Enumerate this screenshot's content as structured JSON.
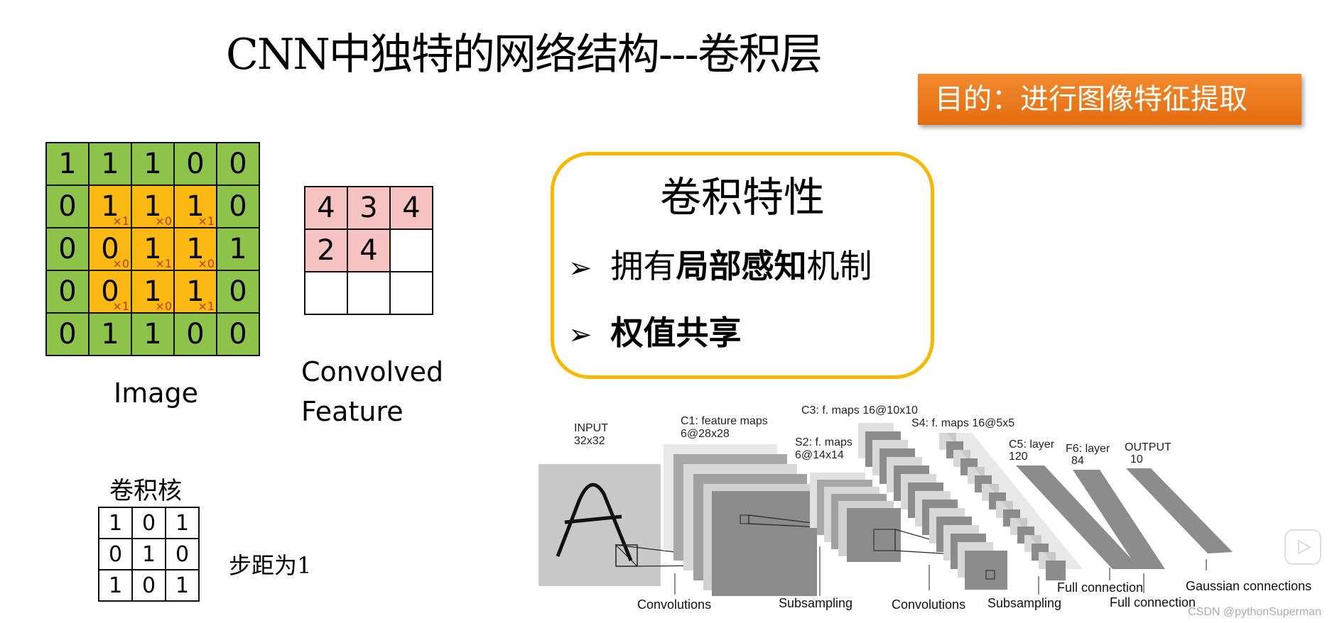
{
  "title": "CNN中独特的网络结构---卷积层",
  "purpose": "目的：进行图像特征提取",
  "image_grid": {
    "label": "Image",
    "rows": [
      [
        "1",
        "1",
        "1",
        "0",
        "0"
      ],
      [
        "0",
        "1",
        "1",
        "1",
        "0"
      ],
      [
        "0",
        "0",
        "1",
        "1",
        "1"
      ],
      [
        "0",
        "0",
        "1",
        "1",
        "0"
      ],
      [
        "0",
        "1",
        "1",
        "0",
        "0"
      ]
    ],
    "kernel_subscripts": [
      [
        "×1",
        "×0",
        "×1"
      ],
      [
        "×0",
        "×1",
        "×0"
      ],
      [
        "×1",
        "×0",
        "×1"
      ]
    ]
  },
  "convolved": {
    "label_line1": "Convolved",
    "label_line2": "Feature",
    "rows": [
      [
        "4",
        "3",
        "4"
      ],
      [
        "2",
        "4",
        ""
      ],
      [
        "",
        "",
        ""
      ]
    ]
  },
  "kernel": {
    "title": "卷积核",
    "rows": [
      [
        "1",
        "0",
        "1"
      ],
      [
        "0",
        "1",
        "0"
      ],
      [
        "1",
        "0",
        "1"
      ]
    ]
  },
  "stride": "步距为1",
  "properties": {
    "title": "卷积特性",
    "item1_pre": "拥有",
    "item1_bold": "局部感知",
    "item1_post": "机制",
    "item2_bold": "权值共享"
  },
  "lenet": {
    "input_l1": "INPUT",
    "input_l2": "32x32",
    "c1_l1": "C1: feature maps",
    "c1_l2": "6@28x28",
    "s2_l1": "S2: f. maps",
    "s2_l2": "6@14x14",
    "c3": "C3: f. maps 16@10x10",
    "s4": "S4: f. maps 16@5x5",
    "c5_l1": "C5: layer",
    "c5_l2": "120",
    "f6_l1": "F6: layer",
    "f6_l2": "84",
    "out_l1": "OUTPUT",
    "out_l2": "10",
    "bottom": [
      "Convolutions",
      "Subsampling",
      "Convolutions",
      "Subsampling",
      "Full connection",
      "Full connection",
      "Gaussian connections"
    ]
  },
  "watermark": "CSDN @pythonSuperman",
  "colors": {
    "green": "#8dc24b",
    "orange": "#fcb813",
    "pink": "#f7c2c2",
    "accent": "#e46c10",
    "border_yellow": "#f6b800"
  }
}
